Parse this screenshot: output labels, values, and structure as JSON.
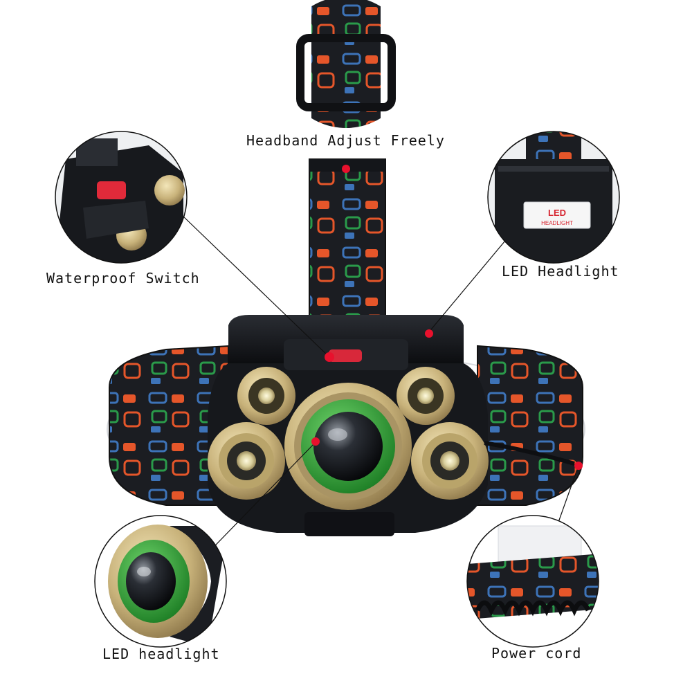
{
  "labels": {
    "headband": "Headband Adjust Freely",
    "switch": "Waterproof Switch",
    "led_top": "LED Headlight",
    "led_bottom": "LED headlight",
    "power": "Power cord"
  },
  "badge": {
    "line1": "LED",
    "line2": "HEADLIGHT"
  },
  "colors": {
    "marker": "#e8112d",
    "strap": "#1b1d22",
    "gold": "#c8b27a",
    "green": "#2fa836",
    "pattern": [
      "#e5562a",
      "#2a9a4a",
      "#3d73b8",
      "#d98a2a"
    ]
  },
  "icons": [
    "switch-detail",
    "strap-buckle-detail",
    "led-label-detail",
    "zoom-lens-detail",
    "coiled-cord-detail"
  ]
}
